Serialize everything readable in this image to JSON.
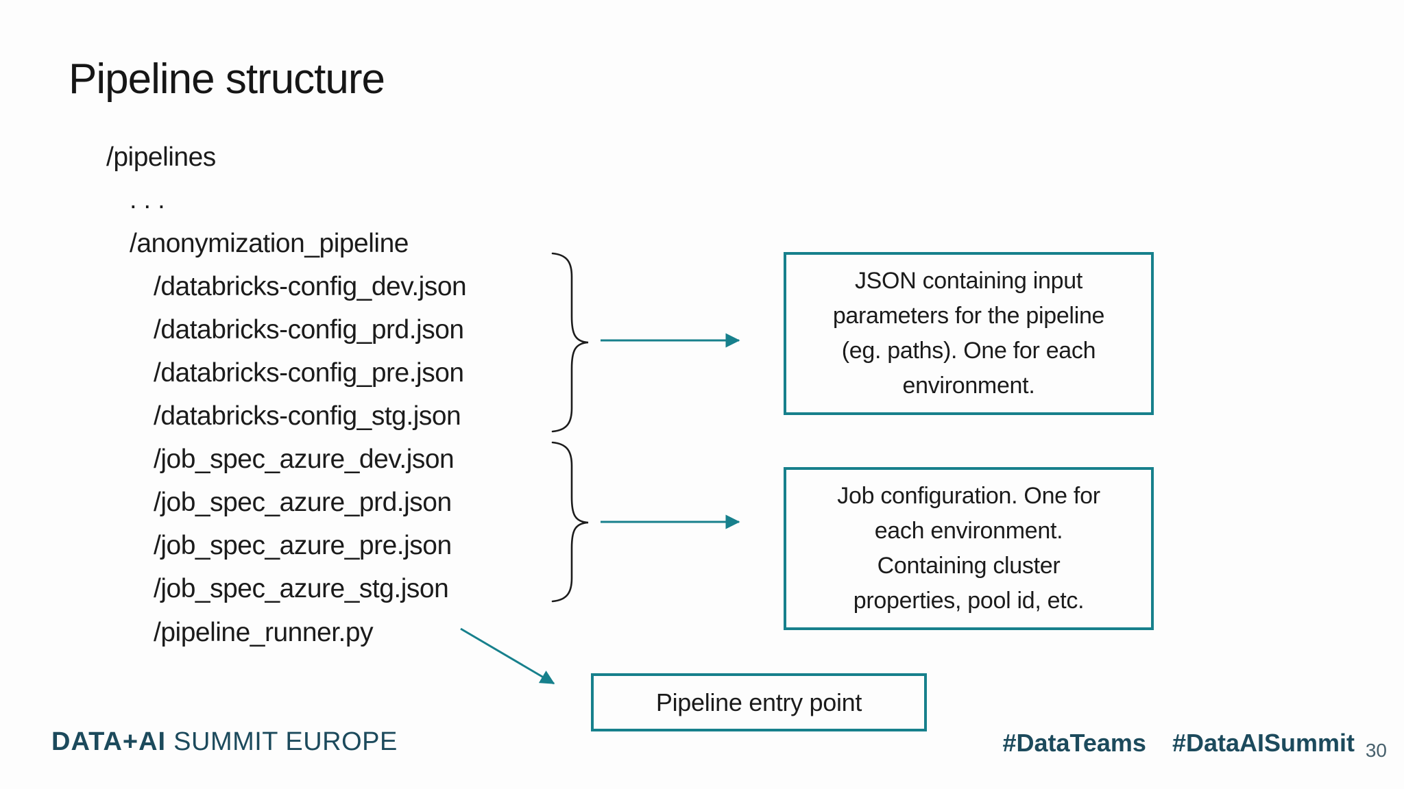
{
  "slide": {
    "title": "Pipeline structure",
    "page_number": "30"
  },
  "tree": {
    "items": [
      {
        "label": "/pipelines",
        "level": 0
      },
      {
        "label": "...",
        "level": 1
      },
      {
        "label": "/anonymization_pipeline",
        "level": 1
      },
      {
        "label": "/databricks-config_dev.json",
        "level": 2
      },
      {
        "label": "/databricks-config_prd.json",
        "level": 2
      },
      {
        "label": "/databricks-config_pre.json",
        "level": 2
      },
      {
        "label": "/databricks-config_stg.json",
        "level": 2
      },
      {
        "label": "/job_spec_azure_dev.json",
        "level": 2
      },
      {
        "label": "/job_spec_azure_prd.json",
        "level": 2
      },
      {
        "label": "/job_spec_azure_pre.json",
        "level": 2
      },
      {
        "label": "/job_spec_azure_stg.json",
        "level": 2
      },
      {
        "label": "/pipeline_runner.py",
        "level": 2
      }
    ]
  },
  "annotations": {
    "config_box": "JSON containing input\nparameters for the pipeline\n(eg. paths). One for each\nenvironment.",
    "job_spec_box": "Job configuration. One for\neach environment.\nContaining cluster\nproperties, pool id, etc.",
    "entry_point_box": "Pipeline entry point"
  },
  "footer": {
    "logo_bold": "DATA+AI",
    "logo_rest": "SUMMIT EUROPE",
    "hashtag_1": "#DataTeams",
    "hashtag_2": "#DataAISummit"
  },
  "colors": {
    "accent_teal": "#17808C",
    "footer_navy": "#1C4A5C",
    "body_text": "#1B1B1B",
    "page_number_gray": "#47606C"
  }
}
